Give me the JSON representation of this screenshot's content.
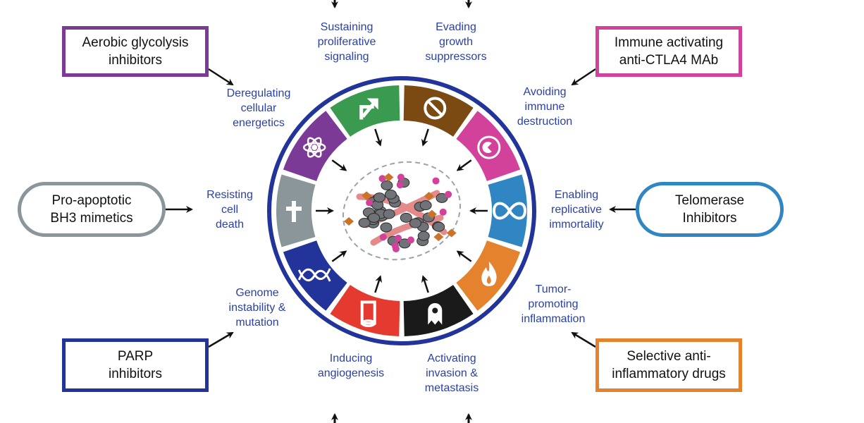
{
  "hallmarks": [
    {
      "id": "proliferative",
      "label": "Sustaining\nproliferative\nsignaling",
      "color": "#3a9a4f",
      "icon": "arrow-icon"
    },
    {
      "id": "growth-suppressors",
      "label": "Evading\ngrowth\nsuppressors",
      "color": "#7a4a12",
      "icon": "no-entry-icon"
    },
    {
      "id": "immune",
      "label": "Avoiding\nimmune\ndestruction",
      "color": "#d2419a",
      "icon": "immune-cell-icon"
    },
    {
      "id": "replicative",
      "label": "Enabling\nreplicative\nimmortality",
      "color": "#2f86c3",
      "icon": "infinity-icon"
    },
    {
      "id": "inflammation",
      "label": "Tumor-\npromoting\ninflammation",
      "color": "#e5822d",
      "icon": "flame-icon"
    },
    {
      "id": "invasion",
      "label": "Activating\ninvasion &\nmetastasis",
      "color": "#1a1a1a",
      "icon": "ghost-cell-icon"
    },
    {
      "id": "angiogenesis",
      "label": "Inducing\nangiogenesis",
      "color": "#e43a30",
      "icon": "vessel-icon"
    },
    {
      "id": "genome",
      "label": "Genome\ninstability &\nmutation",
      "color": "#22349a",
      "icon": "dna-icon"
    },
    {
      "id": "cell-death",
      "label": "Resisting\ncell\ndeath",
      "color": "#8a9699",
      "icon": "cross-icon"
    },
    {
      "id": "energetics",
      "label": "Deregulating\ncellular\nenergetics",
      "color": "#7b3a96",
      "icon": "atom-icon"
    }
  ],
  "drugs": [
    {
      "id": "aerobic-glycolysis",
      "label": "Aerobic glycolysis\ninhibitors",
      "color": "#7b3a96",
      "shape": "box"
    },
    {
      "id": "immune-activating",
      "label": "Immune activating\nanti-CTLA4 MAb",
      "color": "#d2419a",
      "shape": "box"
    },
    {
      "id": "pro-apoptotic",
      "label": "Pro-apoptotic\nBH3 mimetics",
      "color": "#8a9699",
      "shape": "pill"
    },
    {
      "id": "telomerase",
      "label": "Telomerase\nInhibitors",
      "color": "#2f86c3",
      "shape": "pill"
    },
    {
      "id": "parp",
      "label": "PARP\ninhibitors",
      "color": "#22349a",
      "shape": "box"
    },
    {
      "id": "anti-inflammatory",
      "label": "Selective anti-\ninflammatory drugs",
      "color": "#e5822d",
      "shape": "box"
    }
  ],
  "colors": {
    "ring_outline": "#22349a",
    "label_text": "#2b41a8",
    "tumor_stroma": "#e58a8a",
    "tumor_cell": "#6f7378"
  }
}
